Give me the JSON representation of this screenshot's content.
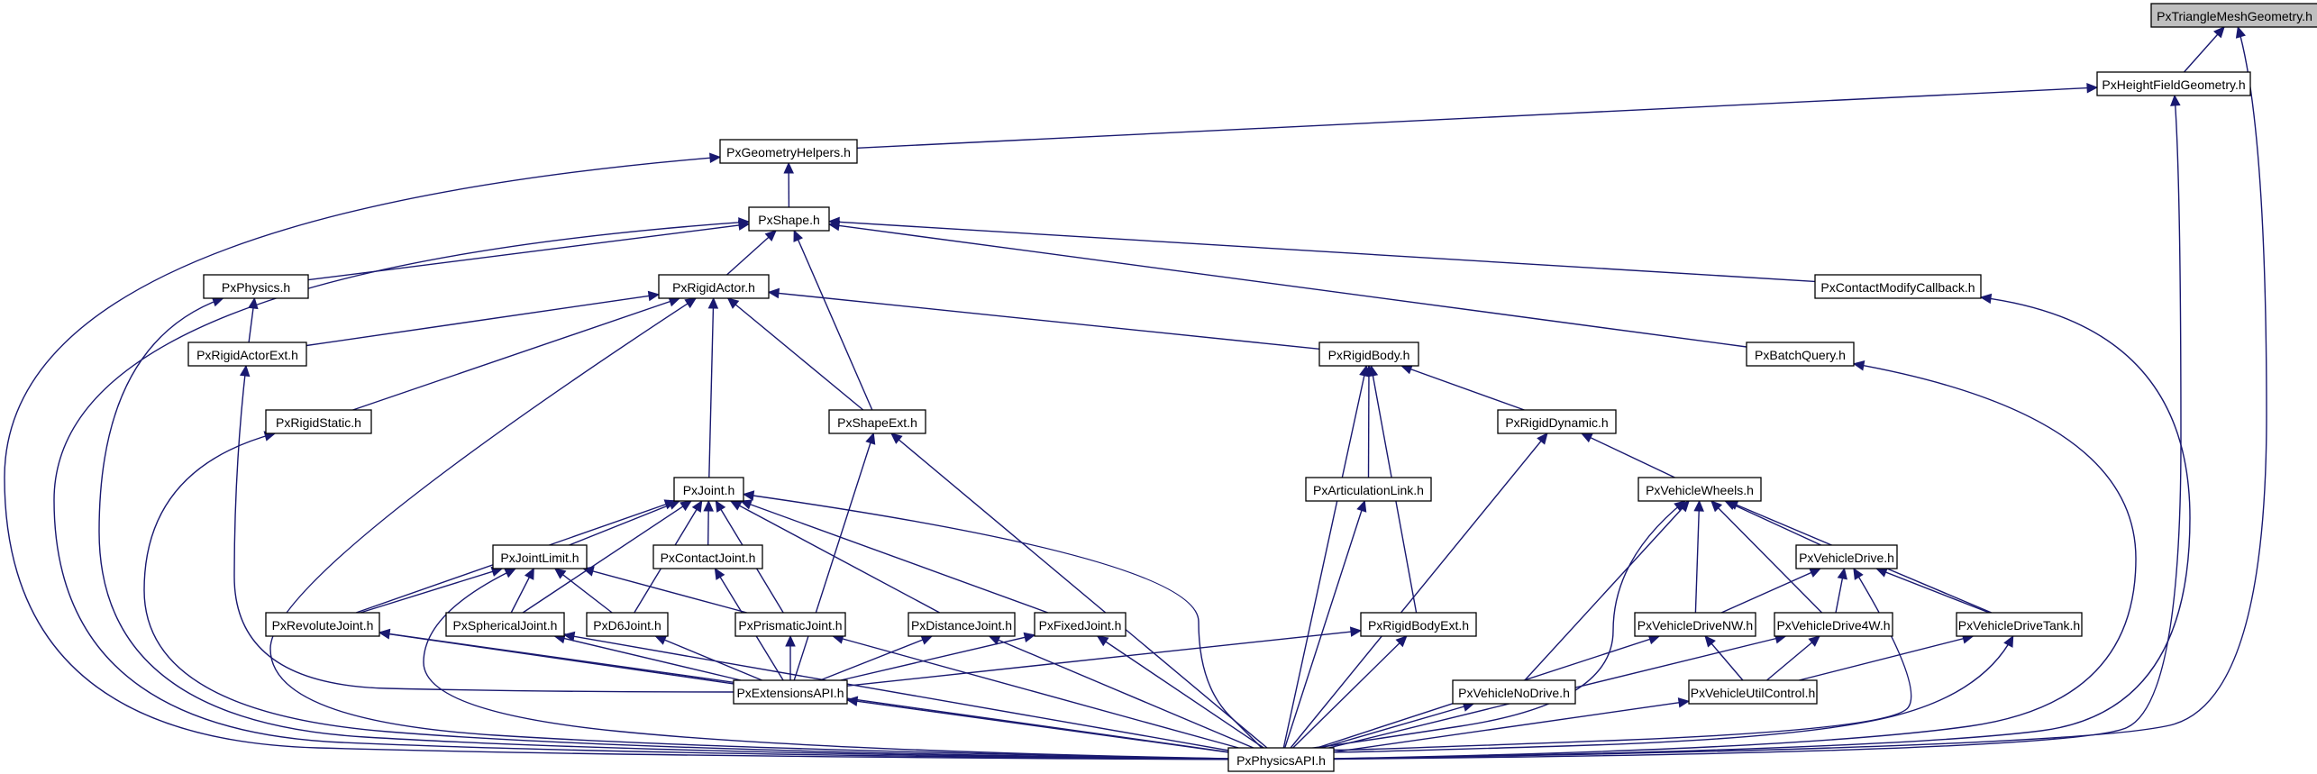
{
  "graph": {
    "title": "Include dependency graph (files that include PxTriangleMeshGeometry.h)",
    "root": "PxTriangleMeshGeometry.h",
    "colors": {
      "edge": "#191970",
      "root_fill": "#bfbfbf",
      "node_fill": "#ffffff",
      "node_border": "#000000"
    },
    "nodes": [
      {
        "id": "tri",
        "label": "PxTriangleMeshGeometry.h",
        "root": true
      },
      {
        "id": "hfg",
        "label": "PxHeightFieldGeometry.h"
      },
      {
        "id": "geoh",
        "label": "PxGeometryHelpers.h"
      },
      {
        "id": "shape",
        "label": "PxShape.h"
      },
      {
        "id": "phys",
        "label": "PxPhysics.h"
      },
      {
        "id": "ractor",
        "label": "PxRigidActor.h"
      },
      {
        "id": "cmc",
        "label": "PxContactModifyCallback.h"
      },
      {
        "id": "raext",
        "label": "PxRigidActorExt.h"
      },
      {
        "id": "rbody",
        "label": "PxRigidBody.h"
      },
      {
        "id": "bq",
        "label": "PxBatchQuery.h"
      },
      {
        "id": "rstat",
        "label": "PxRigidStatic.h"
      },
      {
        "id": "sext",
        "label": "PxShapeExt.h"
      },
      {
        "id": "rdyn",
        "label": "PxRigidDynamic.h"
      },
      {
        "id": "joint",
        "label": "PxJoint.h"
      },
      {
        "id": "alink",
        "label": "PxArticulationLink.h"
      },
      {
        "id": "vwh",
        "label": "PxVehicleWheels.h"
      },
      {
        "id": "jlim",
        "label": "PxJointLimit.h"
      },
      {
        "id": "cjoint",
        "label": "PxContactJoint.h"
      },
      {
        "id": "vdrive",
        "label": "PxVehicleDrive.h"
      },
      {
        "id": "rev",
        "label": "PxRevoluteJoint.h"
      },
      {
        "id": "sph",
        "label": "PxSphericalJoint.h"
      },
      {
        "id": "d6",
        "label": "PxD6Joint.h"
      },
      {
        "id": "pri",
        "label": "PxPrismaticJoint.h"
      },
      {
        "id": "dist",
        "label": "PxDistanceJoint.h"
      },
      {
        "id": "fix",
        "label": "PxFixedJoint.h"
      },
      {
        "id": "rbext",
        "label": "PxRigidBodyExt.h"
      },
      {
        "id": "vnw",
        "label": "PxVehicleDriveNW.h"
      },
      {
        "id": "v4w",
        "label": "PxVehicleDrive4W.h"
      },
      {
        "id": "vtank",
        "label": "PxVehicleDriveTank.h"
      },
      {
        "id": "extapi",
        "label": "PxExtensionsAPI.h"
      },
      {
        "id": "vnod",
        "label": "PxVehicleNoDrive.h"
      },
      {
        "id": "vutil",
        "label": "PxVehicleUtilControl.h"
      },
      {
        "id": "papi",
        "label": "PxPhysicsAPI.h"
      }
    ],
    "edges": [
      [
        "hfg",
        "tri"
      ],
      [
        "papi",
        "tri"
      ],
      [
        "geoh",
        "hfg"
      ],
      [
        "papi",
        "hfg"
      ],
      [
        "shape",
        "geoh"
      ],
      [
        "papi",
        "geoh"
      ],
      [
        "phys",
        "shape"
      ],
      [
        "ractor",
        "shape"
      ],
      [
        "cmc",
        "shape"
      ],
      [
        "bq",
        "shape"
      ],
      [
        "sext",
        "shape"
      ],
      [
        "papi",
        "shape"
      ],
      [
        "raext",
        "phys"
      ],
      [
        "papi",
        "phys"
      ],
      [
        "raext",
        "ractor"
      ],
      [
        "rstat",
        "ractor"
      ],
      [
        "rbody",
        "ractor"
      ],
      [
        "sext",
        "ractor"
      ],
      [
        "joint",
        "ractor"
      ],
      [
        "papi",
        "ractor"
      ],
      [
        "papi",
        "cmc"
      ],
      [
        "extapi",
        "raext"
      ],
      [
        "alink",
        "rbody"
      ],
      [
        "rdyn",
        "rbody"
      ],
      [
        "rbext",
        "rbody"
      ],
      [
        "papi",
        "rbody"
      ],
      [
        "papi",
        "bq"
      ],
      [
        "papi",
        "rstat"
      ],
      [
        "extapi",
        "sext"
      ],
      [
        "papi",
        "sext"
      ],
      [
        "vwh",
        "rdyn"
      ],
      [
        "papi",
        "rdyn"
      ],
      [
        "jlim",
        "joint"
      ],
      [
        "cjoint",
        "joint"
      ],
      [
        "rev",
        "joint"
      ],
      [
        "sph",
        "joint"
      ],
      [
        "d6",
        "joint"
      ],
      [
        "pri",
        "joint"
      ],
      [
        "dist",
        "joint"
      ],
      [
        "fix",
        "joint"
      ],
      [
        "papi",
        "joint"
      ],
      [
        "papi",
        "alink"
      ],
      [
        "vdrive",
        "vwh"
      ],
      [
        "vnw",
        "vwh"
      ],
      [
        "v4w",
        "vwh"
      ],
      [
        "vtank",
        "vwh"
      ],
      [
        "vnod",
        "vwh"
      ],
      [
        "papi",
        "vwh"
      ],
      [
        "rev",
        "jlim"
      ],
      [
        "sph",
        "jlim"
      ],
      [
        "d6",
        "jlim"
      ],
      [
        "pri",
        "jlim"
      ],
      [
        "papi",
        "jlim"
      ],
      [
        "extapi",
        "cjoint"
      ],
      [
        "vnw",
        "vdrive"
      ],
      [
        "v4w",
        "vdrive"
      ],
      [
        "vtank",
        "vdrive"
      ],
      [
        "papi",
        "vdrive"
      ],
      [
        "extapi",
        "rev"
      ],
      [
        "papi",
        "rev"
      ],
      [
        "extapi",
        "sph"
      ],
      [
        "papi",
        "sph"
      ],
      [
        "extapi",
        "d6"
      ],
      [
        "extapi",
        "pri"
      ],
      [
        "papi",
        "pri"
      ],
      [
        "extapi",
        "dist"
      ],
      [
        "papi",
        "dist"
      ],
      [
        "extapi",
        "fix"
      ],
      [
        "papi",
        "fix"
      ],
      [
        "extapi",
        "rbext"
      ],
      [
        "papi",
        "rbext"
      ],
      [
        "vutil",
        "vnw"
      ],
      [
        "papi",
        "vnw"
      ],
      [
        "vutil",
        "v4w"
      ],
      [
        "papi",
        "v4w"
      ],
      [
        "vutil",
        "vtank"
      ],
      [
        "papi",
        "vtank"
      ],
      [
        "papi",
        "extapi"
      ],
      [
        "papi",
        "vnod"
      ],
      [
        "papi",
        "vutil"
      ]
    ]
  }
}
